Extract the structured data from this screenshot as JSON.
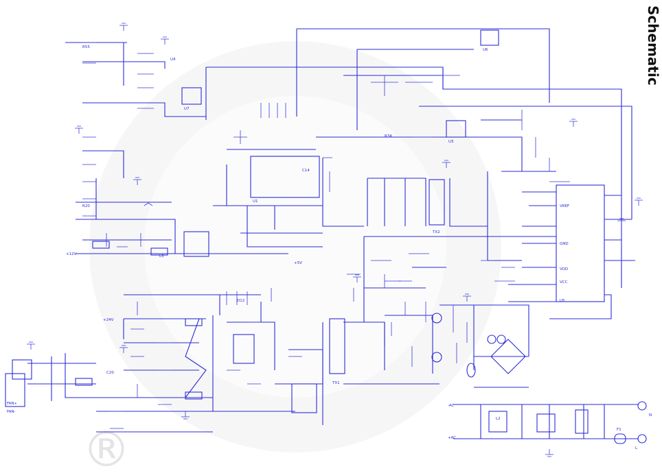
{
  "page": {
    "title": "Schematic"
  },
  "watermark": {
    "mark": "®"
  },
  "labels": {
    "tx_main": "TX1",
    "tx_aux": "TX2",
    "ic_pwm": "U5",
    "ic_ctrl": "U1",
    "opto1": "U7",
    "opto2": "U3",
    "opto3": "U6",
    "opto4": "U4",
    "out_12v": "+12V",
    "out_24v": "+24V",
    "out_5v": "+5V",
    "ac_in_n": "N",
    "ac_in_l": "L",
    "fan_plus": "FAN+",
    "fan_minus": "FAN-",
    "ac_neg": "-AC",
    "ac_pos": "+AC",
    "vref": "VREF",
    "gnd": "GND",
    "vcc": "VCC",
    "vdd": "VDD",
    "r20": "R20",
    "r34": "R34",
    "r55": "R55",
    "c14": "C14",
    "c20": "C20",
    "d12": "D12",
    "l2": "L2",
    "l3": "L3",
    "f1": "F1"
  },
  "colors": {
    "wire": "#2a2ad8",
    "title": "#111111",
    "watermark": "#ebebeb"
  }
}
